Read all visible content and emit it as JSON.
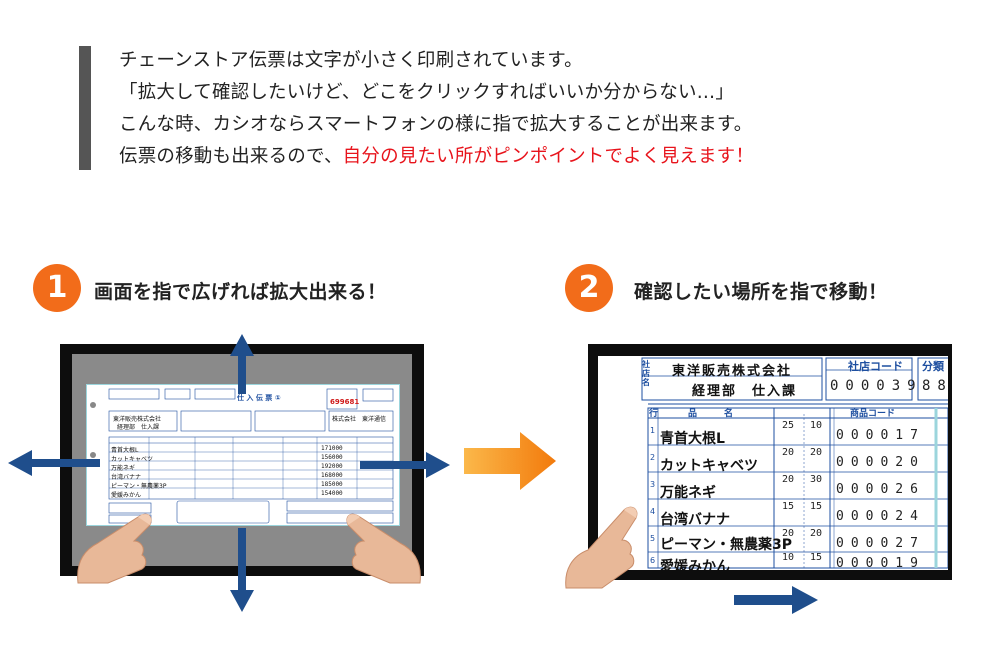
{
  "intro": {
    "lines": [
      "チェーンストア伝票は文字が小さく印刷されています。",
      "「拡大して確認したいけど、どこをクリックすればいいか分からない…」",
      "こんな時、カシオならスマートフォンの様に指で拡大することが出来ます。"
    ],
    "line4_prefix": "伝票の移動も出来るので、",
    "line4_highlight": "自分の見たい所がピンポイントでよく見えます！"
  },
  "steps": [
    {
      "number": "1",
      "title": "画面を指で広げれば拡大出来る！"
    },
    {
      "number": "2",
      "title": "確認したい場所を指で移動！"
    }
  ],
  "small_slip": {
    "title": "仕 入 伝 票 ①",
    "slip_no": "699681",
    "company": "東洋販売株式会社",
    "dept": "経理部　仕入課",
    "store_label": "株式会社　東洋通信",
    "items": [
      "青首大根L",
      "カットキャベツ",
      "万能ネギ",
      "台湾バナナ",
      "ピーマン・無農薬3P",
      "愛媛みかん"
    ],
    "prices": [
      "171000",
      "156000",
      "192000",
      "168000",
      "185000",
      "154000"
    ]
  },
  "zoom_slip": {
    "company": "東洋販売株式会社",
    "dept": "経理部　仕入課",
    "store_code_label": "社店コード",
    "store_code": "000039",
    "class_label": "分類",
    "class_value": "88",
    "col_row": "行",
    "col_name": "品　　　名",
    "col_product_code": "商品コード",
    "side_labels": [
      "社",
      "店",
      "名"
    ],
    "rows": [
      {
        "no": "1",
        "name": "青首大根L",
        "q1": "25",
        "q2": "10",
        "code": "000017"
      },
      {
        "no": "2",
        "name": "カットキャベツ",
        "q1": "20",
        "q2": "20",
        "code": "000020"
      },
      {
        "no": "3",
        "name": "万能ネギ",
        "q1": "20",
        "q2": "30",
        "code": "000026"
      },
      {
        "no": "4",
        "name": "台湾バナナ",
        "q1": "15",
        "q2": "15",
        "code": "000024"
      },
      {
        "no": "5",
        "name": "ピーマン・無農薬3P",
        "q1": "20",
        "q2": "20",
        "code": "000027"
      },
      {
        "no": "6",
        "name": "愛媛みかん",
        "q1": "10",
        "q2": "15",
        "code": "000019"
      }
    ]
  },
  "colors": {
    "badge": "#f26c1a",
    "highlight": "#e8141c",
    "arrow_blue": "#1f4e8c",
    "arrow_orange": "#f28a12",
    "slip_line": "#1e4fa0",
    "slip_cyan": "#9bd5dc"
  }
}
